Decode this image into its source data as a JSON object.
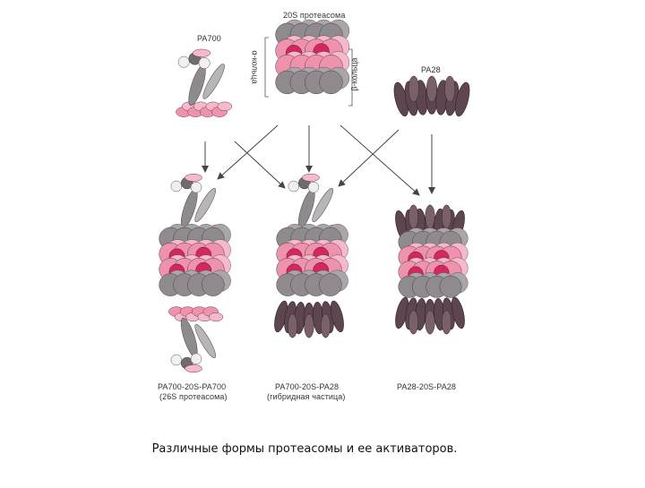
{
  "labels": {
    "top_20s": "20S протеасома",
    "alpha_rings": "α-кольца",
    "beta_rings": "β-кольца",
    "pa700": "PA700",
    "pa28": "PA28",
    "complex1_line1": "PA700-20S-PA700",
    "complex1_line2": "(26S протеасома)",
    "complex2_line1": "PA700-20S-PA28",
    "complex2_line2": "(гибридная частица)",
    "complex3_line1": "PA28-20S-PA28"
  },
  "caption": "Различные формы протеасомы и ее активаторов.",
  "colors": {
    "gray": "#8e8a8e",
    "gray_dark": "#6f6b70",
    "pink": "#ef93ad",
    "pink_light": "#f6b9cb",
    "magenta": "#d4275f",
    "dark_purple": "#5e4650",
    "white_cap": "#f3eef0"
  }
}
